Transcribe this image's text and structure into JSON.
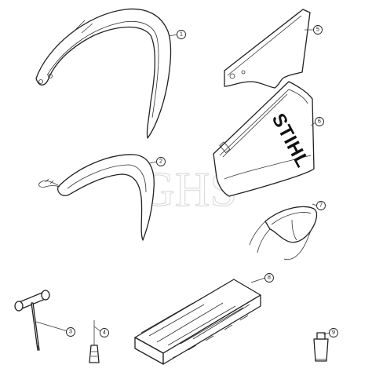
{
  "watermark": {
    "text": "GHS"
  },
  "parts": [
    {
      "id": "blade-guard-large",
      "callout": "1"
    },
    {
      "id": "blade-guard-small",
      "callout": "2"
    },
    {
      "id": "combination-wrench",
      "callout": "3"
    },
    {
      "id": "screwdriver",
      "callout": "4"
    },
    {
      "id": "edge-protector",
      "callout": "5"
    },
    {
      "id": "carrying-case",
      "callout": "6",
      "brand": "STIHL"
    },
    {
      "id": "safety-glasses",
      "callout": "7"
    },
    {
      "id": "sharpening-stone",
      "callout": "8"
    },
    {
      "id": "grease-tube",
      "callout": "9"
    }
  ]
}
